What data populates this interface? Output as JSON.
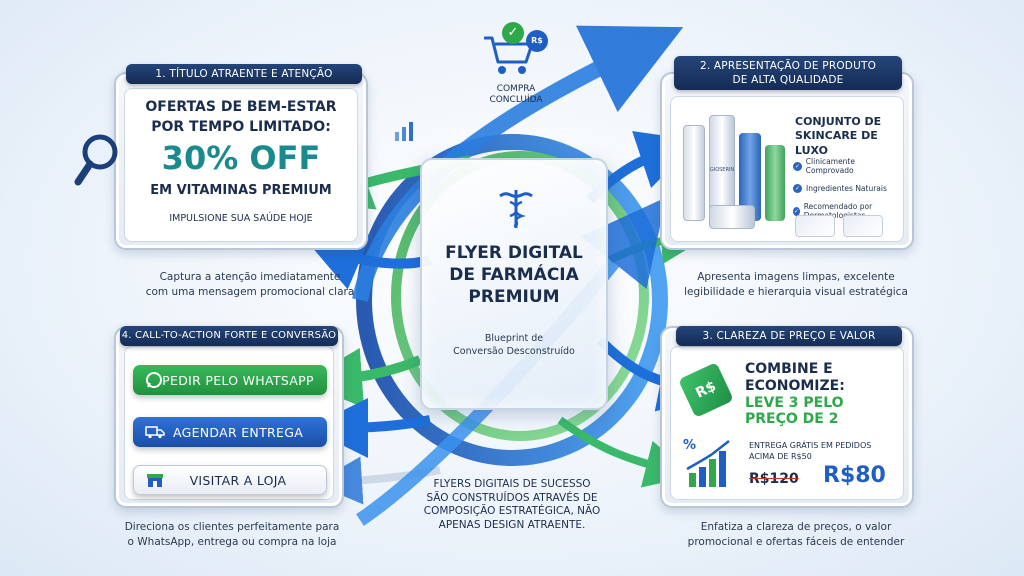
{
  "colors": {
    "navy": "#142c55",
    "blue_accent": "#1f5fc4",
    "green_accent": "#2fa84a",
    "teal_highlight": "#1a8a8c",
    "arrow_blue": "#1e6fd9",
    "arrow_green": "#3bb96a"
  },
  "top_badge": {
    "cart_label_line1": "COMPRA",
    "cart_label_line2": "CONCLUÍDA",
    "currency": "R$"
  },
  "panel1": {
    "header": "1. TÍTULO ATRAENTE E ATENÇÃO",
    "line1": "OFERTAS DE BEM-ESTAR",
    "line2": "POR TEMPO LIMITADO:",
    "discount": "30% OFF",
    "line3": "EM VITAMINAS PREMIUM",
    "line4": "IMPULSIONE SUA SAÚDE HOJE",
    "caption_line1": "Captura a atenção imediatamente",
    "caption_line2": "com uma mensagem promocional clara"
  },
  "panel2": {
    "header_line1": "2. APRESENTAÇÃO DE PRODUTO",
    "header_line2": "DE ALTA QUALIDADE",
    "product_title_line1": "CONJUNTO DE",
    "product_title_line2": "SKINCARE DE LUXO",
    "bullets": [
      "Clinicamente Comprovado",
      "Ingredientes Naturais",
      "Recomendado por Dermatologistas"
    ],
    "brand_label": "GIOSERIN",
    "caption_line1": "Apresenta imagens limpas, excelente",
    "caption_line2": "legibilidade e hierarquia visual estratégica"
  },
  "panel3": {
    "header": "3. CLAREZA DE PREÇO E VALOR",
    "line1": "COMBINE E",
    "line2": "ECONOMIZE:",
    "line3": "LEVE 3 PELO",
    "line4": "PREÇO DE 2",
    "tag_label": "R$",
    "shipping_line1": "ENTREGA GRÁTIS EM PEDIDOS",
    "shipping_line2": "ACIMA DE R$50",
    "old_price": "R$120",
    "new_price": "R$80",
    "caption_line1": "Enfatiza a clareza de preços, o valor",
    "caption_line2": "promocional e ofertas fáceis de entender"
  },
  "panel4": {
    "header": "4. CALL-TO-ACTION FORTE E CONVERSÃO",
    "btn_whatsapp": "PEDIR PELO WHATSAPP",
    "btn_delivery": "AGENDAR ENTREGA",
    "btn_store": "VISITAR A LOJA",
    "caption_line1": "Direciona os clientes perfeitamente para",
    "caption_line2": "o WhatsApp, entrega ou compra na loja"
  },
  "center": {
    "title_line1": "FLYER DIGITAL",
    "title_line2": "DE FARMÁCIA",
    "title_line3": "PREMIUM",
    "subtitle_line1": "Blueprint de",
    "subtitle_line2": "Conversão Desconstruído"
  },
  "bottom_note": {
    "line1": "FLYERS DIGITAIS DE SUCESSO",
    "line2": "SÃO CONSTRUÍDOS ATRAVÉS DE",
    "line3": "COMPOSIÇÃO ESTRATÉGICA, NÃO",
    "line4": "APENAS DESIGN ATRAENTE."
  }
}
